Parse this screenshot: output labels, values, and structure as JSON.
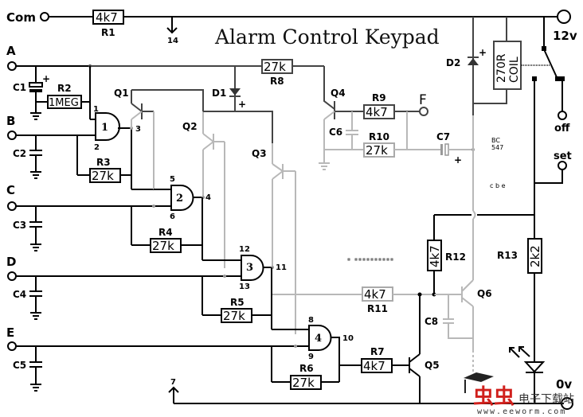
{
  "title": "Alarm Control Keypad",
  "terminals": {
    "com": "Com",
    "a": "A",
    "b": "B",
    "c": "C",
    "d": "D",
    "e": "E",
    "f": "F",
    "v12": "12v",
    "off": "off",
    "set": "set",
    "v0": "0v"
  },
  "resistors": {
    "r1": {
      "name": "R1",
      "value": "4k7"
    },
    "r2": {
      "name": "R2",
      "value": "1MEG"
    },
    "r3": {
      "name": "R3",
      "value": "27k"
    },
    "r4": {
      "name": "R4",
      "value": "27k"
    },
    "r5": {
      "name": "R5",
      "value": "27k"
    },
    "r6": {
      "name": "R6",
      "value": "27k"
    },
    "r7": {
      "name": "R7",
      "value": "4k7"
    },
    "r8": {
      "name": "R8",
      "value": "27k"
    },
    "r9": {
      "name": "R9",
      "value": "4k7"
    },
    "r10": {
      "name": "R10",
      "value": "27k"
    },
    "r11": {
      "name": "R11",
      "value": "4k7"
    },
    "r12": {
      "name": "R12",
      "value": "4k7"
    },
    "r13": {
      "name": "R13",
      "value": "2k2"
    }
  },
  "capacitors": {
    "c1": "C1",
    "c2": "C2",
    "c3": "C3",
    "c4": "C4",
    "c5": "C5",
    "c6": "C6",
    "c7": "C7",
    "c8": "C8"
  },
  "transistors": {
    "q1": "Q1",
    "q2": "Q2",
    "q3": "Q3",
    "q4": "Q4",
    "q5": "Q5",
    "q6": "Q6"
  },
  "diodes": {
    "d1": "D1",
    "d2": "D2"
  },
  "relay": {
    "line1": "270R",
    "line2": "COIL"
  },
  "gates": {
    "g1": {
      "label": "1",
      "in1": "1",
      "in2": "2",
      "out": "3"
    },
    "g2": {
      "label": "2",
      "in1": "5",
      "in2": "6",
      "out": "4"
    },
    "g3": {
      "label": "3",
      "in1": "12",
      "in2": "13",
      "out": "11"
    },
    "g4": {
      "label": "4",
      "in1": "8",
      "in2": "9",
      "out": "10"
    }
  },
  "supply_pins": {
    "vcc": "14",
    "gnd": "7"
  },
  "polarity": "+",
  "notes": {
    "bc_line1": "BC",
    "bc_line2": "547",
    "pinout": "c b e"
  },
  "watermark": {
    "chinese_mark": "虫虫",
    "chinese_text": "电子下载站",
    "url": "www.eeworm.com"
  }
}
